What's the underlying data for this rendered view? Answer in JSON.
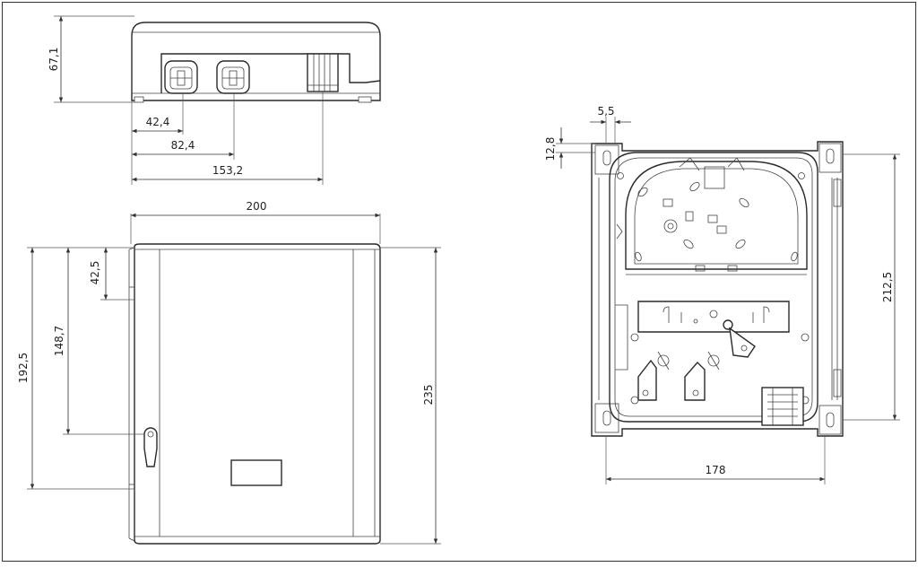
{
  "dimensions": {
    "top_height": "67,1",
    "port1_offset": "42,4",
    "port2_offset": "82,4",
    "port3_offset": "153,2",
    "front_width": "200",
    "front_height": "235",
    "hole_offset": "42,5",
    "lock_height": "148,7",
    "front_lower": "192,5",
    "tab_width": "5,5",
    "tab_height": "12,8",
    "inner_height": "212,5",
    "inner_width": "178"
  },
  "colors": {
    "line": "#2a2a2a",
    "background": "#ffffff",
    "shade": "#e6e6e6"
  }
}
